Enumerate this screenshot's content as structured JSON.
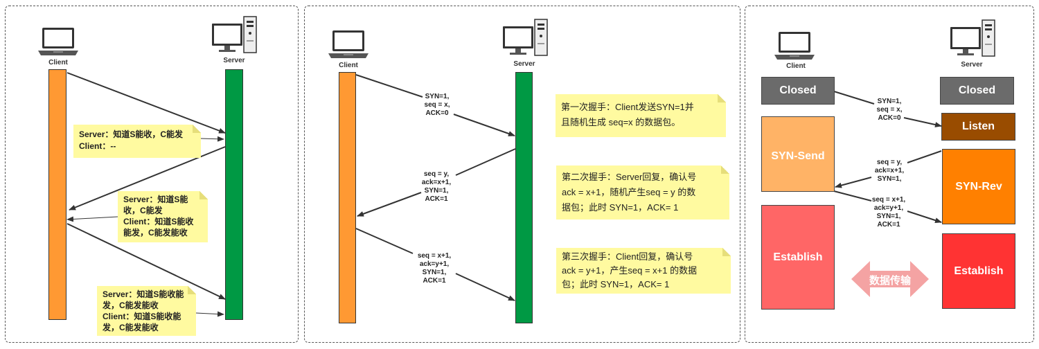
{
  "labels": {
    "client": "Client",
    "server": "Server"
  },
  "panel1": {
    "note1": [
      "Server：知道S能收，C能发",
      "Client：--"
    ],
    "note2": [
      "Server：知道S能",
      "收，C能发",
      "Client：知道S能收",
      "能发，C能发能收"
    ],
    "note3": [
      "Server：知道S能收能",
      "发，C能发能收",
      "Client：知道S能收能",
      "发，C能发能收"
    ]
  },
  "panel2": {
    "msg1": "SYN=1,\nseq = x,\nACK=0",
    "msg2": "seq = y,\nack=x+1,\nSYN=1,\nACK=1",
    "msg3": "seq = x+1,\nack=y+1,\nSYN=1,\nACK=1",
    "note1": [
      "第一次握手：Client发送SYN=1并",
      "且随机生成 seq=x 的数据包。"
    ],
    "note2": [
      "第二次握手：Server回复，确认号",
      "ack = x+1，随机产生seq = y 的数",
      "据包；此时 SYN=1，ACK= 1"
    ],
    "note3": [
      "第三次握手：Client回复，确认号",
      "ack = y+1，产生seq = x+1 的数据",
      "包；此时 SYN=1，ACK= 1"
    ]
  },
  "panel3": {
    "msg1": "SYN=1,\nseq = x,\nACK=0",
    "msg2": "seq = y,\nack=x+1,\nSYN=1,",
    "msg3": "seq = x+1,\nack=y+1,\nSYN=1,\nACK=1",
    "states": {
      "closed_client": "Closed",
      "closed_server": "Closed",
      "listen": "Listen",
      "syn_send": "SYN-Send",
      "syn_rev": "SYN-Rev",
      "establish_client": "Establish",
      "establish_server": "Establish"
    },
    "data_transfer": "数据传输"
  },
  "colors": {
    "client_bar": "#ff9933",
    "server_bar": "#009944",
    "note_bg": "#fffaa0",
    "closed": "#6b6b6b",
    "listen": "#994c00",
    "syn_send": "#ffb366",
    "syn_rev": "#ff8000",
    "establish_client": "#ff6666",
    "establish_server": "#ff3333",
    "data_arrow": "#f4a3a3"
  }
}
